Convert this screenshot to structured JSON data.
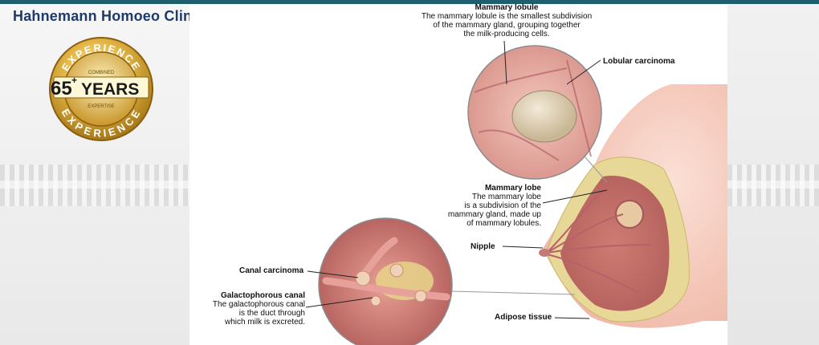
{
  "header": {
    "clinic_name": "Hahnemann Homoeo Clinic"
  },
  "badge": {
    "top_text": "EXPERIENCE",
    "combined_text": "COMBINED",
    "years_number": "65",
    "plus": "+",
    "years_word": "YEARS",
    "small_bottom": "EXPERTISE",
    "bottom_text": "EXPERIENCE"
  },
  "diagram": {
    "mammary_lobule": {
      "title": "Mammary lobule",
      "body": [
        "The mammary lobule is the smallest subdivision",
        "of the mammary gland, grouping together",
        "the milk-producing cells."
      ]
    },
    "lobular_carcinoma": {
      "title": "Lobular carcinoma"
    },
    "mammary_lobe": {
      "title": "Mammary lobe",
      "body": [
        "The mammary lobe",
        "is a subdivision of the",
        "mammary gland, made up",
        "of mammary lobules."
      ]
    },
    "nipple": {
      "title": "Nipple"
    },
    "canal_carcinoma": {
      "title": "Canal carcinoma"
    },
    "galactophorous_canal": {
      "title": "Galactophorous canal",
      "body": [
        "The galactophorous canal",
        "is the duct through",
        "which milk is excreted."
      ]
    },
    "adipose_tissue": {
      "title": "Adipose tissue"
    }
  },
  "colors": {
    "header_bar": "#1f5e6c",
    "clinic_name": "#1d3a6b",
    "badge_gold": "#d4a531",
    "tissue_pink": "#e8a9a2",
    "fat_yellow": "#e6d79c"
  }
}
